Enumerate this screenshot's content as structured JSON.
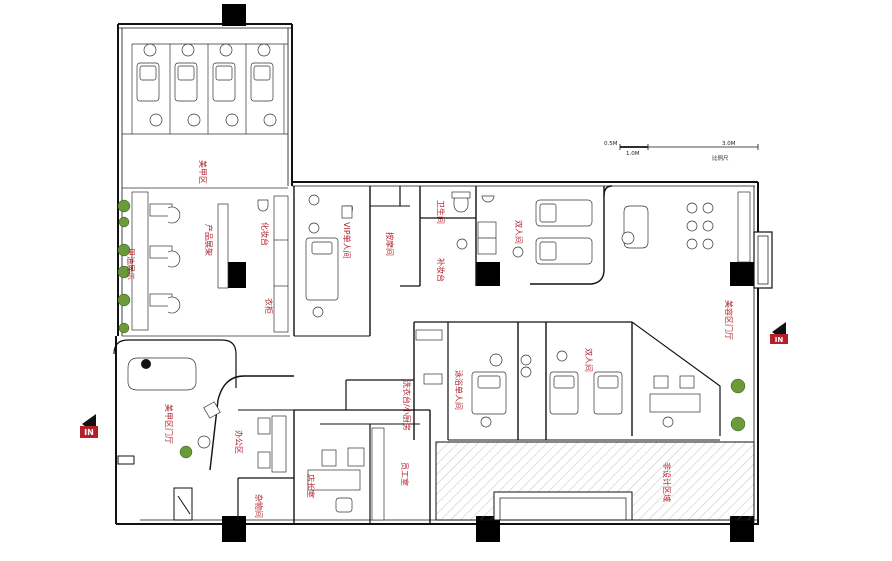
{
  "plan": {
    "scale_bar": {
      "tick_05": "0.5M",
      "tick_10": "1.0M",
      "tick_30": "3.0M",
      "caption": "比例尺"
    },
    "rooms": {
      "nail_area": "美甲区",
      "product_display": "产品展架",
      "nail_polish_display": "甲油展示",
      "makeup_table": "化妆台",
      "wardrobe": "衣柜",
      "vip_single": "VIP单人间",
      "massage_room": "按摩间",
      "bathroom": "卫生间",
      "makeup_touchup": "补妆台",
      "double_room": "双人间",
      "beauty_entrance": "美容区门厅",
      "nail_entrance": "美甲区门厅",
      "office_area": "办公区",
      "storage": "杂物间",
      "manager_office": "店长室",
      "staff_room": "员工室",
      "laundry": "洗衣台/小厨房",
      "spa_single": "泳浴单人间",
      "double_room_2": "双人间",
      "non_design_area": "非设计区域"
    },
    "entry_marks": {
      "left": "IN",
      "right": "IN"
    }
  }
}
